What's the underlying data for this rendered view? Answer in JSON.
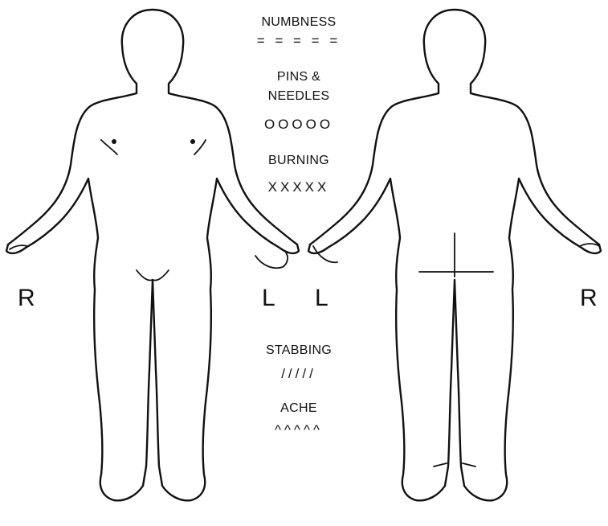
{
  "side_labels": {
    "front_right": "R",
    "front_left": "L",
    "back_left": "L",
    "back_right": "R"
  },
  "legend": {
    "numbness": {
      "label": "NUMBNESS",
      "symbol": "= = = = ="
    },
    "pins_needles": {
      "label_line1": "PINS &",
      "label_line2": "NEEDLES",
      "symbol": "OOOOO"
    },
    "burning": {
      "label": "BURNING",
      "symbol": "XXXXX"
    },
    "stabbing": {
      "label": "STABBING",
      "symbol": "/////"
    },
    "ache": {
      "label": "ACHE",
      "symbol": "^^^^^"
    }
  }
}
